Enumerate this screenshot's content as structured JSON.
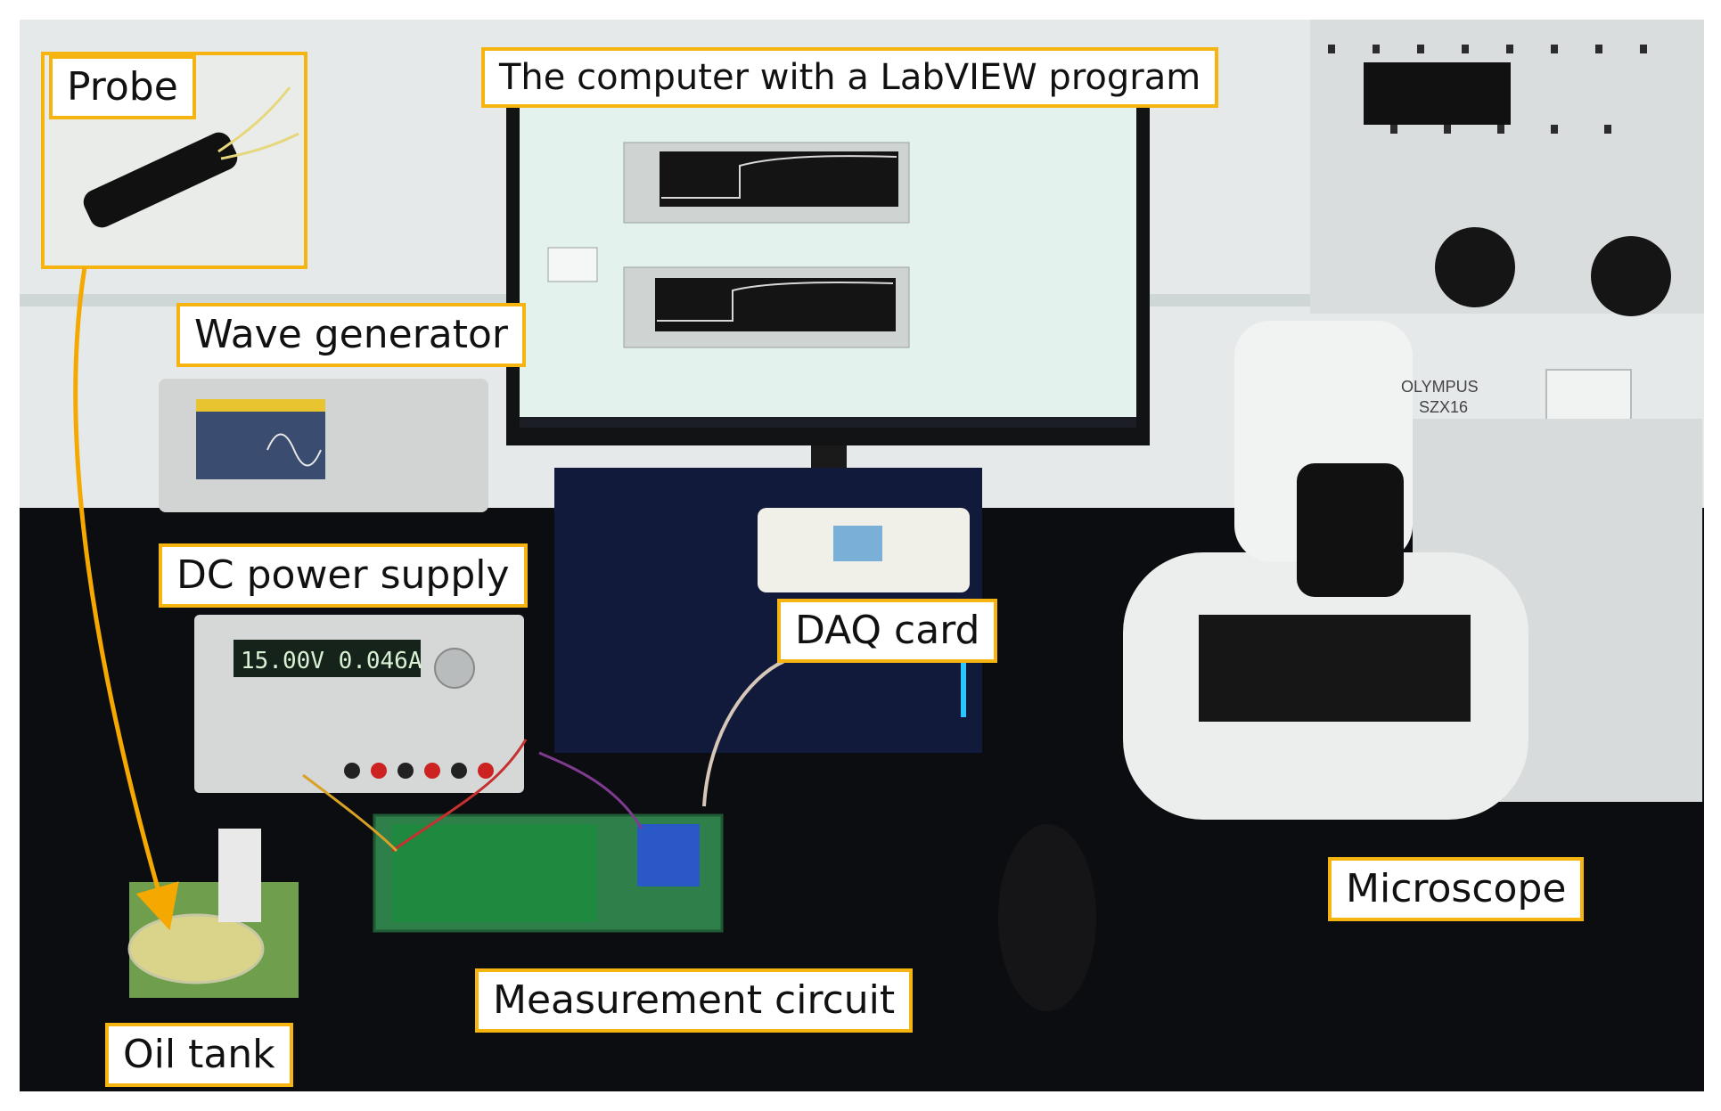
{
  "labels": {
    "probe": "Probe",
    "computer": "The computer with a LabVIEW program",
    "wave_generator": "Wave generator",
    "dc_power_supply": "DC power supply",
    "daq_card": "DAQ card",
    "microscope": "Microscope",
    "measurement_circuit": "Measurement circuit",
    "oil_tank": "Oil tank"
  },
  "instrument_text": {
    "dc_readout": "15.00V  0.046A",
    "microscope_brand": "OLYMPUS",
    "microscope_model": "SZX16"
  },
  "colors": {
    "label_border": "#f5b40f",
    "arrow": "#f5a800",
    "bench": "#0c0d10",
    "wall": "#e6e9ea",
    "screen": "#e4f2ee"
  }
}
